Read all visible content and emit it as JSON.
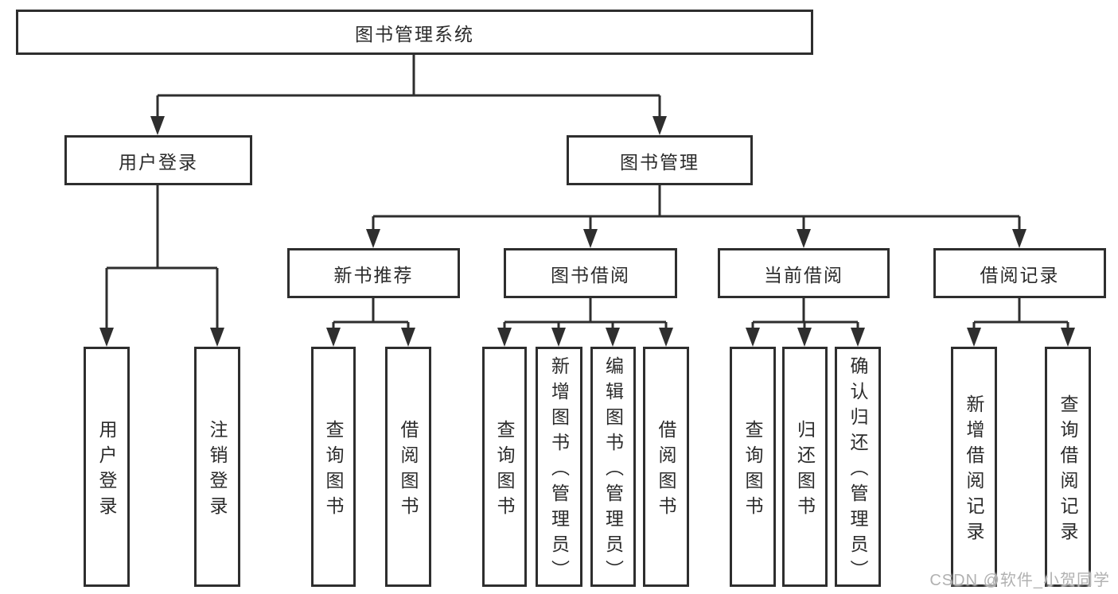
{
  "diagram": {
    "root": {
      "label": "图书管理系统"
    },
    "branches": [
      {
        "label": "用户登录",
        "children": [
          {
            "label": "用户登录"
          },
          {
            "label": "注销登录"
          }
        ]
      },
      {
        "label": "图书管理",
        "children": [
          {
            "label": "新书推荐",
            "children": [
              {
                "label": "查询图书"
              },
              {
                "label": "借阅图书"
              }
            ]
          },
          {
            "label": "图书借阅",
            "children": [
              {
                "label": "查询图书"
              },
              {
                "label": "新增图书（管理员）"
              },
              {
                "label": "编辑图书（管理员）"
              },
              {
                "label": "借阅图书"
              }
            ]
          },
          {
            "label": "当前借阅",
            "children": [
              {
                "label": "查询图书"
              },
              {
                "label": "归还图书"
              },
              {
                "label": "确认归还（管理员）"
              }
            ]
          },
          {
            "label": "借阅记录",
            "children": [
              {
                "label": "新增借阅记录"
              },
              {
                "label": "查询借阅记录"
              }
            ]
          }
        ]
      }
    ]
  },
  "watermark": {
    "text": "CSDN @软件_小贺同学"
  },
  "colors": {
    "line": "#2e2e2e",
    "text": "#2b2b2b",
    "background": "#ffffff",
    "watermark": "#b1b1b1"
  }
}
